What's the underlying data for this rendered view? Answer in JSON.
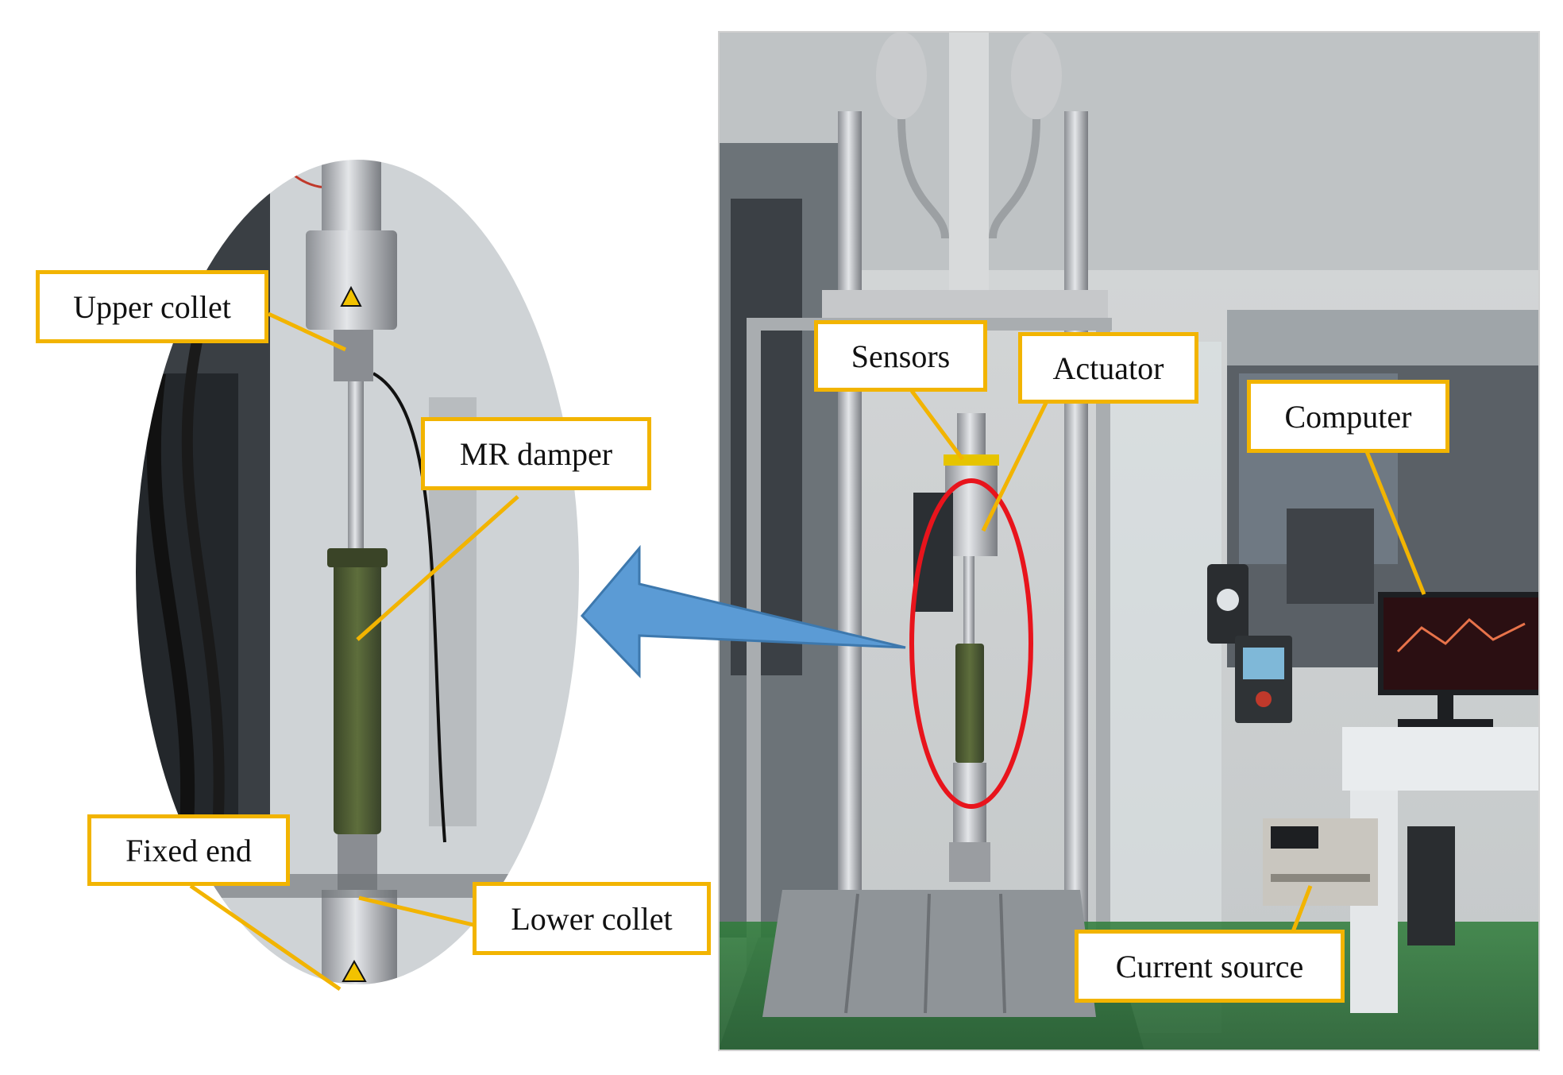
{
  "colors": {
    "callout_border": "#f2b400",
    "leader_line": "#f2b400",
    "highlight_ellipse": "#e8141c",
    "arrow_fill": "#5b9bd5",
    "damper_body": "#4f5e33"
  },
  "detail_view": {
    "labels": {
      "upper_collet": "Upper collet",
      "mr_damper": "MR damper",
      "fixed_end": "Fixed end",
      "lower_collet": "Lower collet"
    }
  },
  "overview_photo": {
    "labels": {
      "sensors": "Sensors",
      "actuator": "Actuator",
      "computer": "Computer",
      "current_source": "Current source"
    }
  },
  "arrow": {
    "direction": "left",
    "meaning": "zoom-detail"
  }
}
